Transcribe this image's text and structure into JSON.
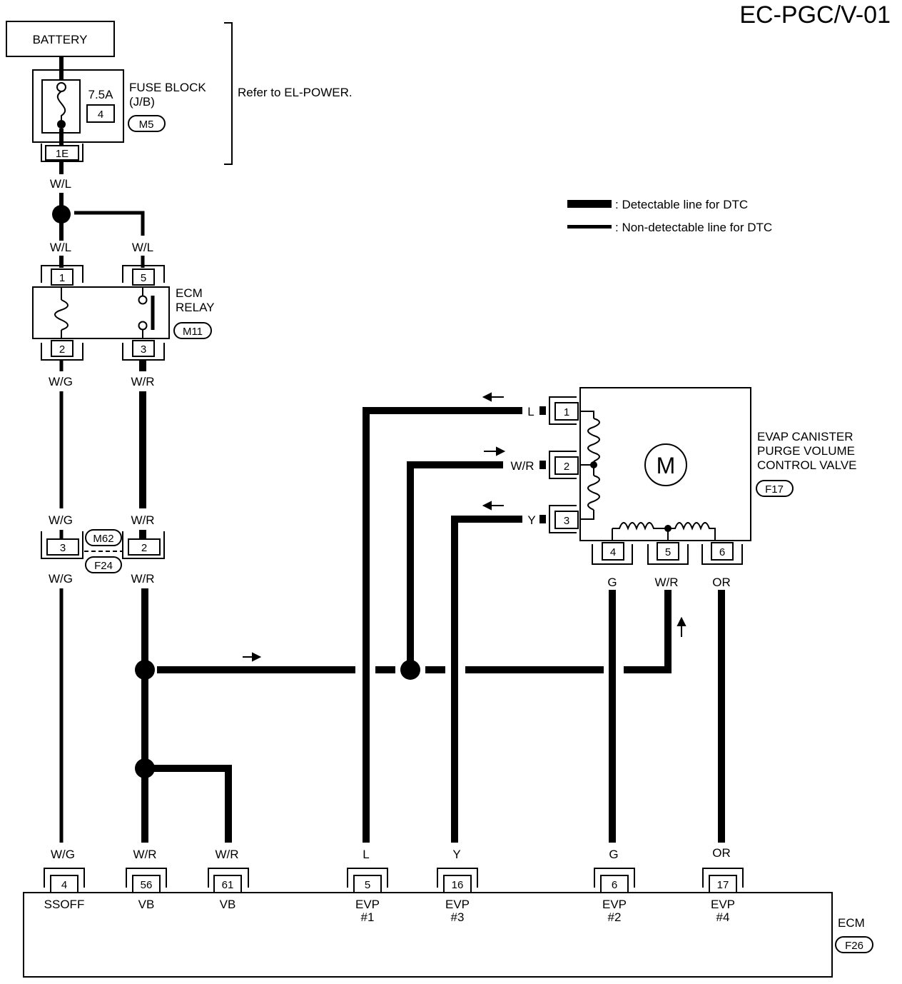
{
  "page_title": "EC-PGC/V-01",
  "battery_label": "BATTERY",
  "fuse_block": {
    "name_line1": "FUSE BLOCK",
    "name_line2": "(J/B)",
    "ref": "M5",
    "amps": "7.5A",
    "fuse_no": "4",
    "terminal": "1E"
  },
  "refer_text": "Refer to EL-POWER.",
  "legend": {
    "detectable": ": Detectable line for DTC",
    "nondetectable": ": Non-detectable line for DTC"
  },
  "wire_colors": {
    "wl": "W/L",
    "wg": "W/G",
    "wr": "W/R",
    "l": "L",
    "y": "Y",
    "g": "G",
    "or": "OR"
  },
  "ecm_relay": {
    "name_line1": "ECM",
    "name_line2": "RELAY",
    "ref": "M11",
    "pin_a": "1",
    "pin_b": "5",
    "pin_c": "2",
    "pin_d": "3"
  },
  "joint_connector": {
    "ref_top": "M62",
    "ref_bottom": "F24",
    "pin_a": "3",
    "pin_b": "2"
  },
  "valve": {
    "name_line1": "EVAP CANISTER",
    "name_line2": "PURGE VOLUME",
    "name_line3": "CONTROL VALVE",
    "ref": "F17",
    "motor": "M",
    "pin1": "1",
    "pin2": "2",
    "pin3": "3",
    "pin4": "4",
    "pin5": "5",
    "pin6": "6"
  },
  "ecm": {
    "name": "ECM",
    "ref": "F26",
    "terminals": [
      {
        "pin": "4",
        "label1": "SSOFF",
        "label2": ""
      },
      {
        "pin": "56",
        "label1": "VB",
        "label2": ""
      },
      {
        "pin": "61",
        "label1": "VB",
        "label2": ""
      },
      {
        "pin": "5",
        "label1": "EVP",
        "label2": "#1"
      },
      {
        "pin": "16",
        "label1": "EVP",
        "label2": "#3"
      },
      {
        "pin": "6",
        "label1": "EVP",
        "label2": "#2"
      },
      {
        "pin": "17",
        "label1": "EVP",
        "label2": "#4"
      }
    ]
  }
}
